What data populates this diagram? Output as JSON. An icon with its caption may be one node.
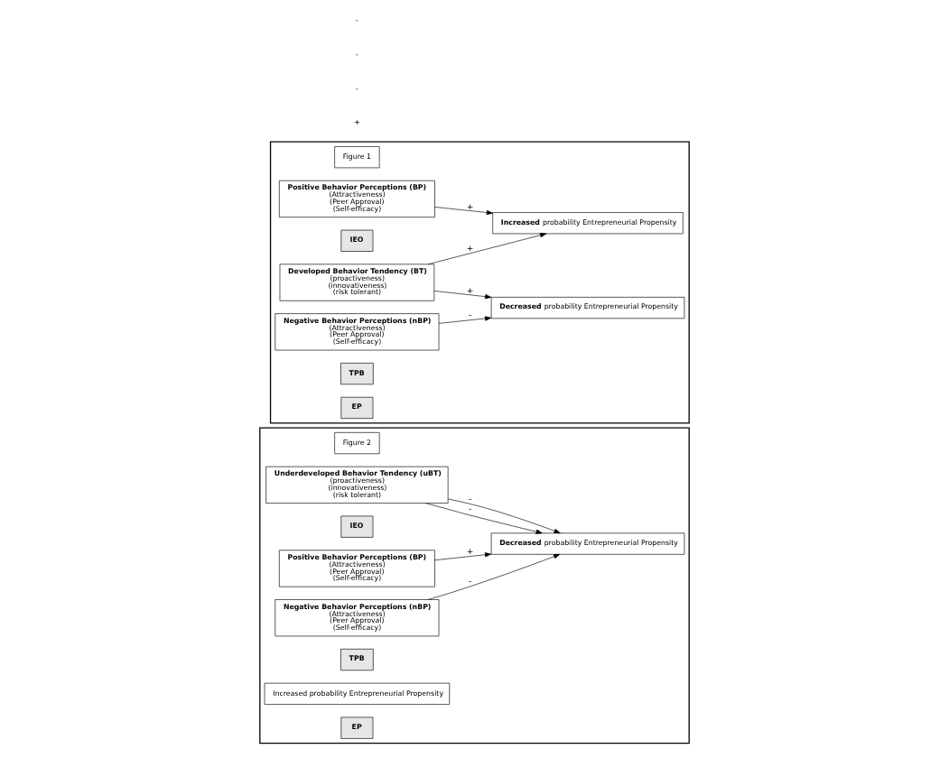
{
  "diagram": {
    "nodes": [
      {
        "text": [],
        "shape": "box"
      },
      {
        "text": [
          "Figure 1"
        ],
        "in": 0
      },
      {
        "text": [
          "Developed Behavior Tendency (BT)",
          "(proactiveness)",
          "(innovativeness)",
          "(risk tolerant)"
        ],
        "in": 0
      },
      {
        "text": [
          "IEO"
        ],
        "in": 0
      },
      {
        "text": [
          "Positive Behavior Perceptions (BP)",
          "(Attractiveness)",
          "(Peer Approval)",
          "(Self-efficacy)"
        ],
        "in": 0
      },
      {
        "text": [
          "Negative Behavior Perceptions (nBP)",
          "(Attractiveness)",
          "(Peer Approval)",
          "(Self-efficacy)"
        ],
        "in": 0
      },
      {
        "text": [
          "TPB"
        ],
        "in": 0
      },
      {
        "text": [
          "**Increased** probability Entrepreneurial Propensity"
        ],
        "in": 0
      },
      {
        "text": [
          "**Decreased** probability Entrepreneurial Propensity"
        ],
        "in": 0
      },
      {
        "text": [
          "EP"
        ],
        "in": 0
      },
      {
        "text": [],
        "shape": "box"
      },
      {
        "text": [
          "Figure 2"
        ],
        "in": 10
      },
      {
        "text": [
          "Underdeveloped Behavior Tendency (uBT)",
          "(proactiveness)",
          "(innovativeness)",
          "(risk tolerant)"
        ],
        "in": 10
      },
      {
        "text": [
          "IEO"
        ],
        "in": 10
      },
      {
        "text": [
          "Positive Behavior Perceptions (BP)",
          "(Attractiveness)",
          "(Peer Approval)",
          "(Self-efficacy)"
        ],
        "in": 10
      },
      {
        "text": [
          "Negative Behavior Perceptions (nBP)",
          "(Attractiveness)",
          "(Peer Approval)",
          "(Self-efficacy)"
        ],
        "in": 10
      },
      {
        "text": [
          "TPB"
        ],
        "in": 10
      },
      {
        "text": [
          "Increased probability Entrepreneurial Propensity"
        ],
        "in": 10
      },
      {
        "text": [
          "**Decreased** probability Entrepreneurial Propensity"
        ],
        "in": 10
      },
      {
        "text": [
          "EP"
        ],
        "in": 10
      }
    ],
    "edges": [
      {
        "from": 2,
        "to": 7,
        "arrow": "to",
        "label": "+"
      },
      {
        "from": 4,
        "to": 7,
        "arrow": "to",
        "label": "+"
      },
      {
        "from": 2,
        "to": 8,
        "arrow": "to",
        "label": "+"
      },
      {
        "from": 5,
        "to": 8,
        "arrow": "to",
        "label": "-"
      },
      {
        "from": 12,
        "to": 18,
        "arrow": "to",
        "label": "-"
      },
      {
        "from": 14,
        "to": 18,
        "arrow": "to",
        "label": "+"
      },
      {
        "from": 12,
        "to": 18,
        "arrow": "to",
        "label": "-"
      },
      {
        "from": 15,
        "to": 18,
        "arrow": "to",
        "label": "-"
      }
    ],
    "labels": [
      "+",
      "-",
      "-",
      "-"
    ]
  }
}
